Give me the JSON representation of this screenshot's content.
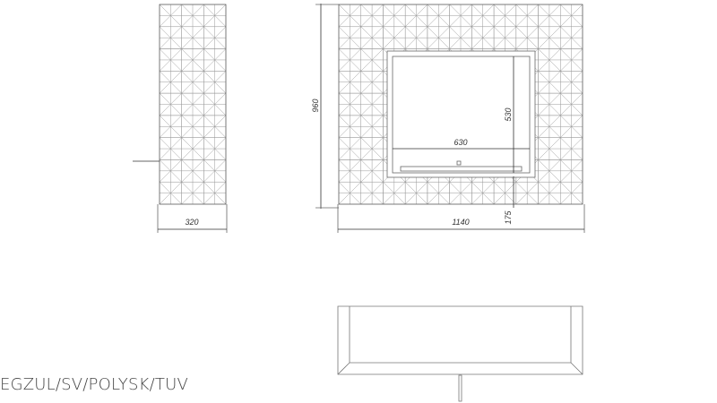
{
  "caption": "EGZUL/SV/POLYSK/TUV",
  "dimensions": {
    "side_depth": "320",
    "front_height": "960",
    "front_width": "1140",
    "opening_width": "630",
    "opening_height": "530",
    "opening_bottom_offset": "175"
  },
  "colors": {
    "line": "#555555",
    "grid": "#888888"
  }
}
